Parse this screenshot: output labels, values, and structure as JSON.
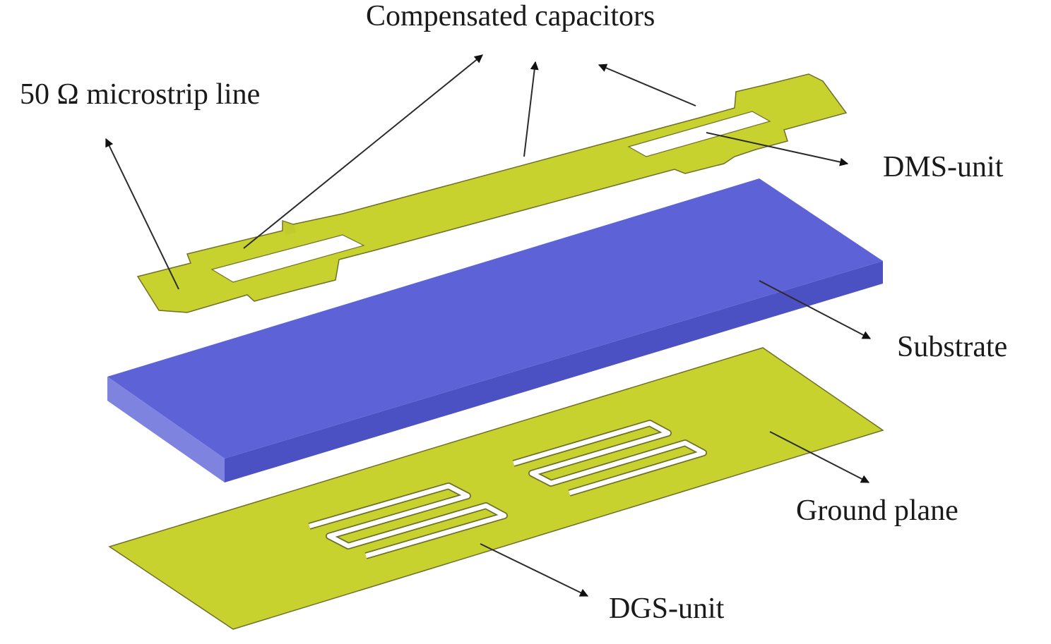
{
  "colors": {
    "conductor": "#c8d22f",
    "conductor_edge": "#6f6f2a",
    "substrate_top": "#5d63d6",
    "substrate_front": "#4b50c2",
    "substrate_side": "#7e83e0",
    "pointer": "#2b2b2b",
    "label_text": "#1a1a1a"
  },
  "labels": {
    "compensated_capacitors": "Compensated capacitors",
    "microstrip_line": "50 Ω microstrip line",
    "dms_unit": "DMS-unit",
    "substrate": "Substrate",
    "ground_plane": "Ground plane",
    "dgs_unit": "DGS-unit"
  }
}
